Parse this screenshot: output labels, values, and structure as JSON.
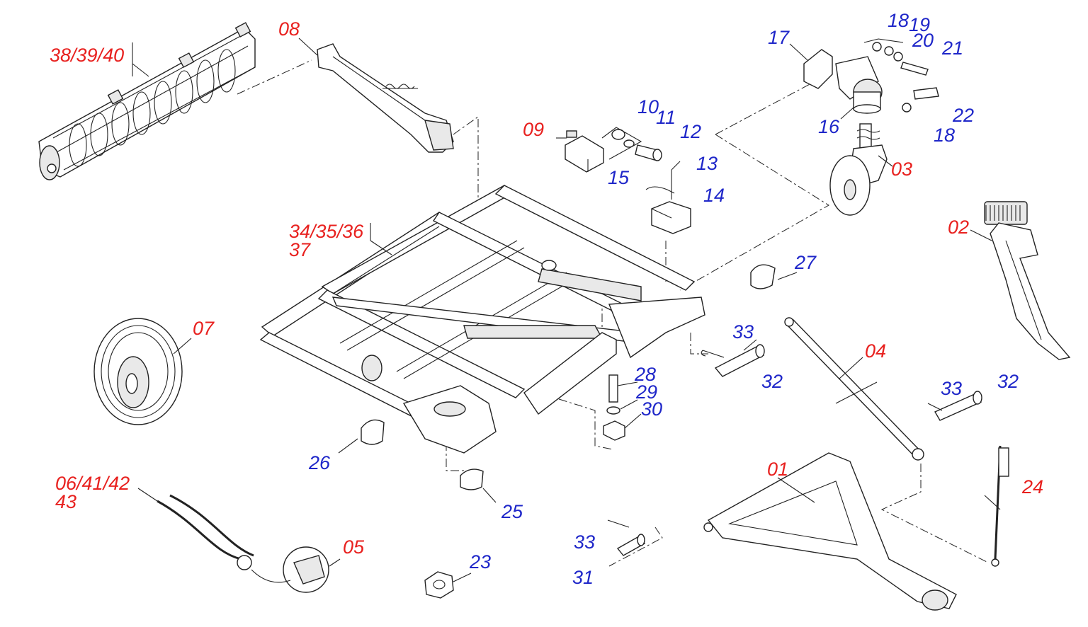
{
  "diagram": {
    "colors": {
      "assembly_label": "#e8211f",
      "component_label": "#1f27c9",
      "line": "#222222"
    },
    "labels": {
      "l_38_39_40": "38/39/40",
      "l_08": "08",
      "l_09": "09",
      "l_10": "10",
      "l_11": "11",
      "l_12": "12",
      "l_13": "13",
      "l_14": "14",
      "l_15": "15",
      "l_16": "16",
      "l_17": "17",
      "l_18a": "18",
      "l_18b": "18",
      "l_19": "19",
      "l_20": "20",
      "l_21": "21",
      "l_22": "22",
      "l_03": "03",
      "l_02": "02",
      "l_34_35_36": "34/35/36",
      "l_37": "37",
      "l_27": "27",
      "l_07": "07",
      "l_33a": "33",
      "l_32a": "32",
      "l_04": "04",
      "l_33b": "33",
      "l_32b": "32",
      "l_28": "28",
      "l_29": "29",
      "l_30": "30",
      "l_26": "26",
      "l_01": "01",
      "l_24": "24",
      "l_06_41_42": "06/41/42",
      "l_43": "43",
      "l_05": "05",
      "l_25": "25",
      "l_23": "23",
      "l_33c": "33",
      "l_31": "31"
    }
  }
}
